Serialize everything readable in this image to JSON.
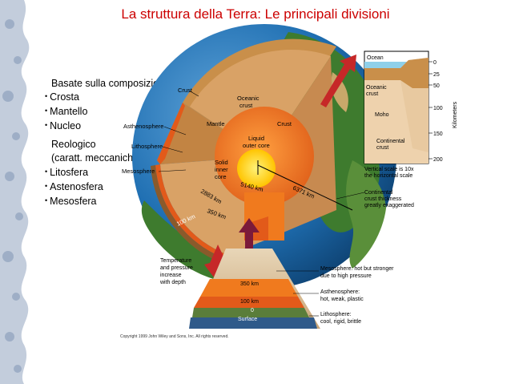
{
  "colors": {
    "title": "#cc0000",
    "crust": "#c98f4a",
    "mantle": "#d9a266",
    "outer_core": "#f07a1e",
    "inner_core": "#ffd400",
    "asthenosphere": "#e25a1a",
    "lithosphere": "#8a5a2b",
    "ocean": "#8fd0ea",
    "earth_blue": "#1f6fb2",
    "earth_green": "#3e7b2e",
    "arrow_red": "#c62828"
  },
  "title": "La struttura della Terra: Le principali divisioni",
  "composition": {
    "heading": "Basate sulla composizione:",
    "items": [
      "Crosta",
      "Mantello",
      "Nucleo"
    ]
  },
  "rheology": {
    "heading_line1": "Reologico",
    "heading_line2": "(caratt. meccaniche):",
    "items": [
      "Litosfera",
      "Astenosfera",
      "Mesosfera"
    ]
  },
  "globe_labels": {
    "crust": "Crust",
    "oceanic_crust_line1": "Oceanic",
    "oceanic_crust_line2": "crust",
    "mantle": "Mantle",
    "crust_right": "Crust",
    "asthenosphere": "Asthenosphere",
    "lithosphere": "Lithosphere",
    "mesosphere": "Mesosphere",
    "liquid_outer_core_line1": "Liquid",
    "liquid_outer_core_line2": "outer core",
    "solid_inner_core_line1": "Solid",
    "solid_inner_core_line2": "inner",
    "solid_inner_core_line3": "core",
    "km_2883": "2883 km",
    "km_5140": "5140 km",
    "km_6371": "6371 km",
    "km_350": "350 km",
    "km_100": "100 km"
  },
  "inset": {
    "ocean": "Ocean",
    "oceanic_crust_line1": "Oceanic",
    "oceanic_crust_line2": "crust",
    "moho": "Moho",
    "continental_crust_line1": "Continental",
    "continental_crust_line2": "crust",
    "ticks": [
      "0",
      "25",
      "50",
      "100",
      "150",
      "200"
    ],
    "axis_label": "Kilometers",
    "scale_note_line1": "Vertical scale is 10x",
    "scale_note_line2": "the horizontal scale",
    "thickness_line1": "Continental",
    "thickness_line2": "crust thickness",
    "thickness_line3": "greatly exaggerated"
  },
  "wedge": {
    "temp_line1": "Temperature",
    "temp_line2": "and pressure",
    "temp_line3": "increase",
    "temp_line4": "with depth",
    "km_350": "350 km",
    "km_100": "100 km",
    "zero": "0",
    "surface": "Surface",
    "meso_line1": "Mesosphere: hot but stronger",
    "meso_line2": "due to high pressure",
    "astheno_line1": "Asthenosphere:",
    "astheno_line2": "hot, weak, plastic",
    "litho_line1": "Lithosphere:",
    "litho_line2": "cool, rigid, brittle"
  },
  "copyright": "Copyright 1999 John Wiley and Sons, Inc. All rights reserved."
}
